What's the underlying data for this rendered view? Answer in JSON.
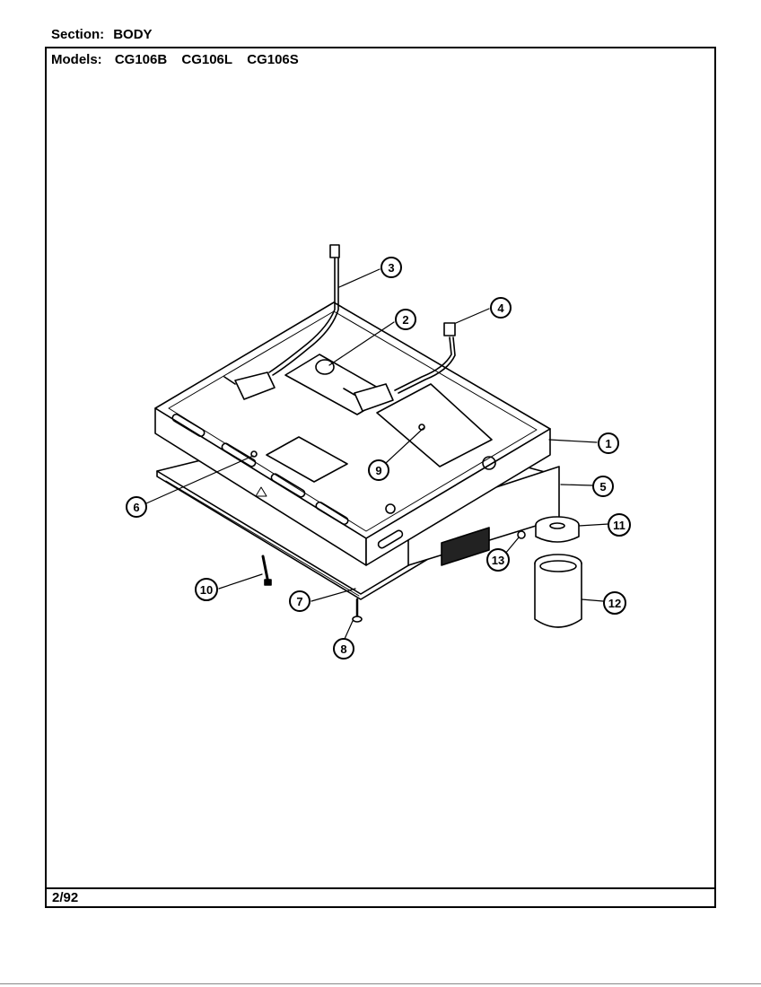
{
  "header": {
    "section_label": "Section:",
    "section_value": "BODY",
    "models_label": "Models:",
    "models": [
      "CG106B",
      "CG106L",
      "CG106S"
    ]
  },
  "footer": {
    "date": "2/92"
  },
  "callouts": [
    "1",
    "2",
    "3",
    "4",
    "5",
    "6",
    "7",
    "8",
    "9",
    "10",
    "11",
    "12",
    "13"
  ]
}
